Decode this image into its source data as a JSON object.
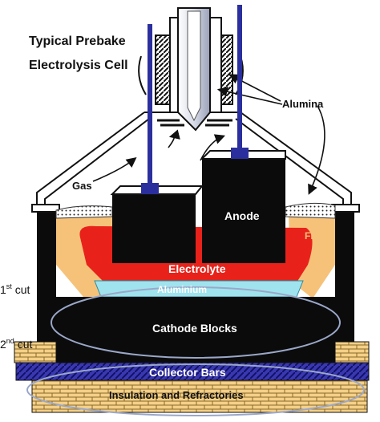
{
  "diagram": {
    "title_line1": "Typical Prebake",
    "title_line2": "Electrolysis Cell",
    "labels": {
      "alumina": "Alumina",
      "gas": "Gas",
      "anode": "Anode",
      "freeze": "Freeze",
      "electrolyte": "Electrolyte",
      "aluminium": "Aluminium",
      "cathode_blocks": "Cathode Blocks",
      "collector_bars": "Collector Bars",
      "insulation": "Insulation and Refractories"
    },
    "cuts": {
      "first_num": "1",
      "first_sup": "st",
      "first_word": " cut",
      "second_num": "2",
      "second_sup": "nd",
      "second_word": " cut"
    },
    "colors": {
      "rod": "#2b2f9e",
      "electrolyte": "#e8221a",
      "freeze": "#f6c27a",
      "aluminium": "#9fe3ee",
      "cathode": "#0b0b0b",
      "collector": "#2c2a9a",
      "insulation": "#f4d088"
    }
  }
}
